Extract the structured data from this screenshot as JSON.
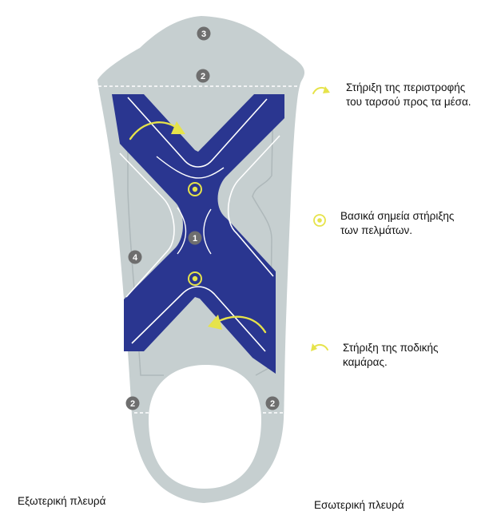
{
  "colors": {
    "insole": "#c6cfd0",
    "insole_inner_line": "#aeb8ba",
    "x_support": "#2a3690",
    "x_outline": "#ffffff",
    "accent": "#e6e34a",
    "marker": "#6e6e6e",
    "dashed_line": "#ffffff"
  },
  "markers": [
    {
      "id": "heel-top",
      "label": "3"
    },
    {
      "id": "upper",
      "label": "2"
    },
    {
      "id": "center",
      "label": "1"
    },
    {
      "id": "side",
      "label": "4"
    },
    {
      "id": "lower-left",
      "label": "2"
    },
    {
      "id": "lower-right",
      "label": "2"
    }
  ],
  "legend": {
    "rotation_support": {
      "icon": "curved-arrow-right-icon",
      "lines": [
        "Στήριξη της περιστροφής",
        "του ταρσού προς τα μέσα."
      ]
    },
    "key_support_points": {
      "icon": "target-circle-icon",
      "lines": [
        "Βασικά σημεία στήριξης",
        "των πελμάτων."
      ]
    },
    "arch_support": {
      "icon": "curved-arrow-left-icon",
      "lines": [
        "Στήριξη της ποδικής",
        "καμάρας."
      ]
    }
  },
  "sides": {
    "outer": "Εξωτερική πλευρά",
    "inner": "Εσωτερική πλευρά"
  }
}
